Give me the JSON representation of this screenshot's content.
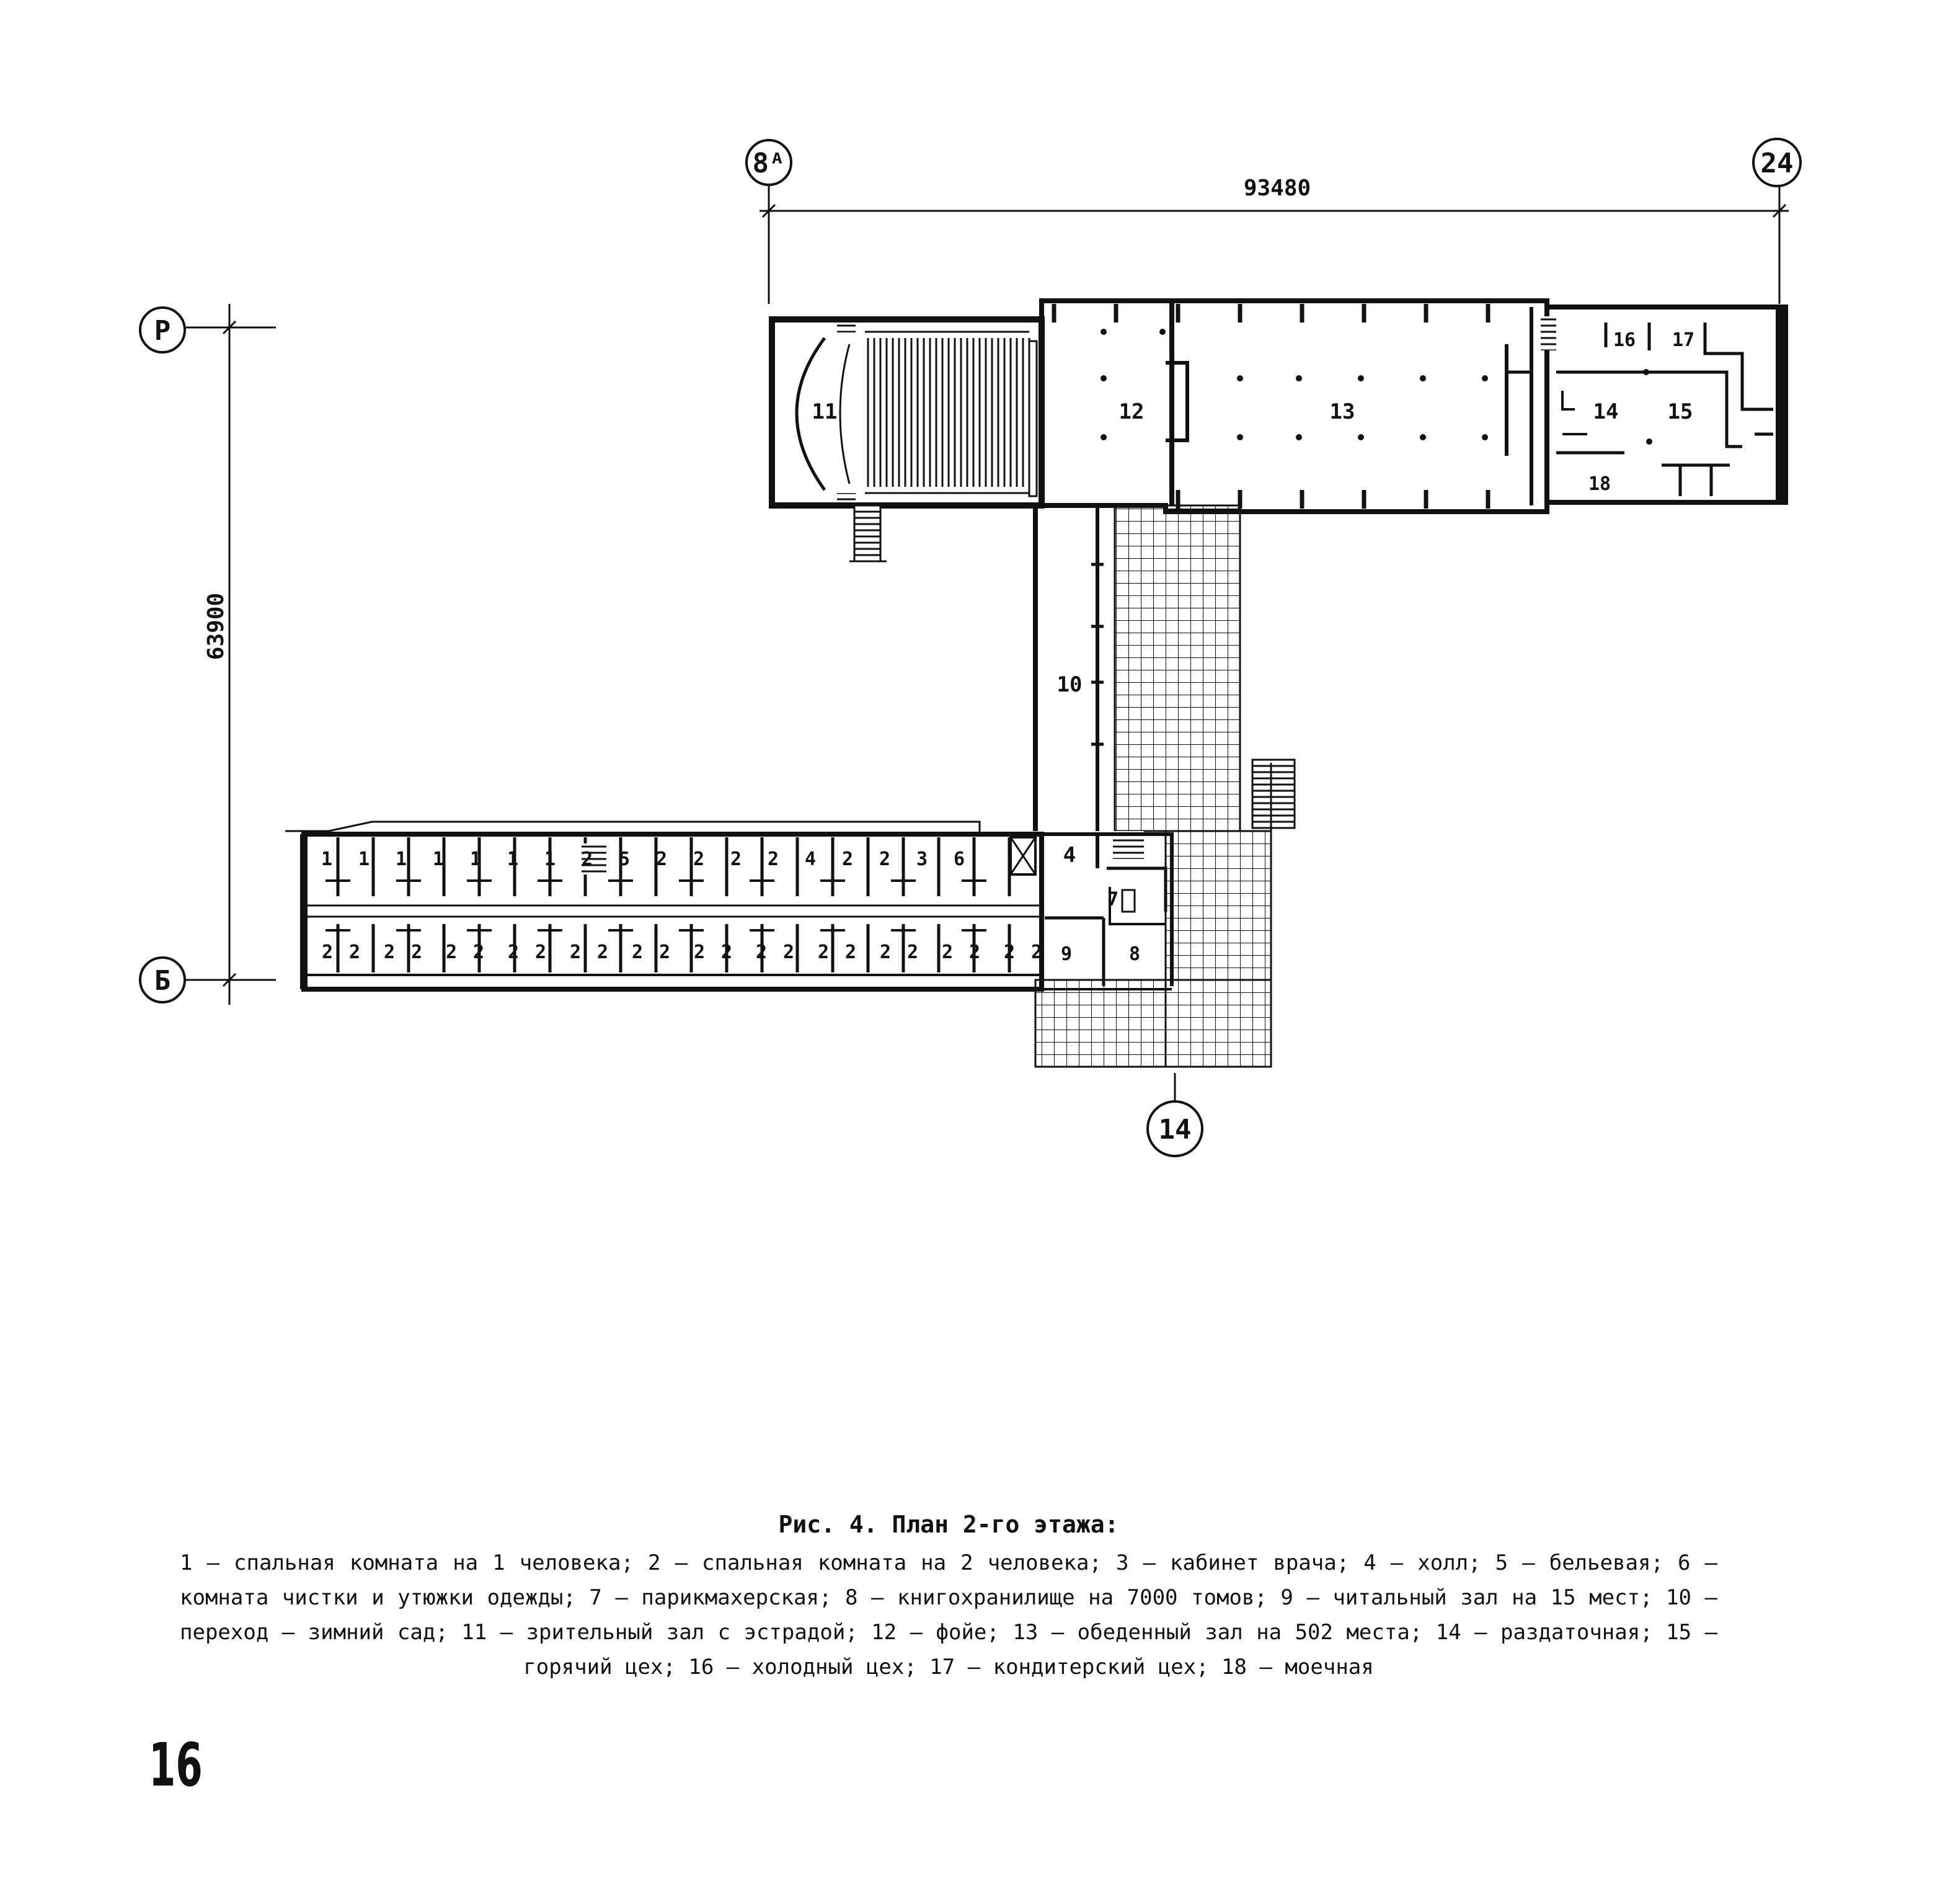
{
  "axes": {
    "top_left": "8ᴬ",
    "top_right": "24",
    "left_top": "Р",
    "left_bottom": "Б",
    "bottom": "14"
  },
  "dimensions": {
    "horizontal": "93480",
    "vertical": "63900"
  },
  "rooms": {
    "r1": "1",
    "r2": "2",
    "r3": "3",
    "r4": "4",
    "r5": "5",
    "r6": "6",
    "r7": "7",
    "r8": "8",
    "r9": "9",
    "r10": "10",
    "r11": "11",
    "r12": "12",
    "r13": "13",
    "r14": "14",
    "r15": "15",
    "r16": "16",
    "r17": "17",
    "r18": "18"
  },
  "bedroom_labels_north": [
    "1",
    "1",
    "1",
    "1",
    "1",
    "1",
    "1",
    "2",
    "5",
    "2",
    "2",
    "2",
    "2",
    "4",
    "2",
    "2",
    "3",
    "6"
  ],
  "bedroom_labels_south": [
    "2",
    "2",
    "2",
    "2",
    "2",
    "2",
    "2",
    "2",
    "2",
    "2",
    "2",
    "2",
    "2",
    "2",
    "2",
    "2",
    "2",
    "2",
    "2",
    "2",
    "2",
    "2",
    "2",
    "2"
  ],
  "caption": {
    "title": "Рис. 4. План 2-го этажа:",
    "body": "1 – спальная комната на 1 человека; 2 – спальная комната на 2 человека; 3 – кабинет врача;  4 – холл;  5 – бельевая; 6 – комната чистки и утюжки одежды; 7 – парикмахерская; 8 – книгохранилище на 7000 томов; 9 – читальный зал на 15 мест; 10 – переход – зимний сад; 11 – зрительный зал с эстрадой; 12 – фойе; 13 – обеденный зал на 502 места;  14 – раздаточная;  15 – горячий цех;  16 – холодный цех; 17 – кондитерский цех; 18 – моечная"
  },
  "page_number": "16"
}
